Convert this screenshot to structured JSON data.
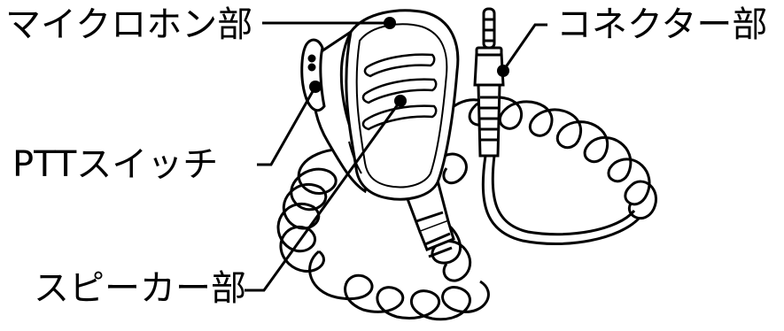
{
  "labels": {
    "microphone": "マイクロホン部",
    "ptt_switch": "PTTスイッチ",
    "speaker": "スピーカー部",
    "connector": "コネクター部"
  },
  "colors": {
    "line": "#000000",
    "background": "#ffffff",
    "device_fill": "#ffffff"
  }
}
